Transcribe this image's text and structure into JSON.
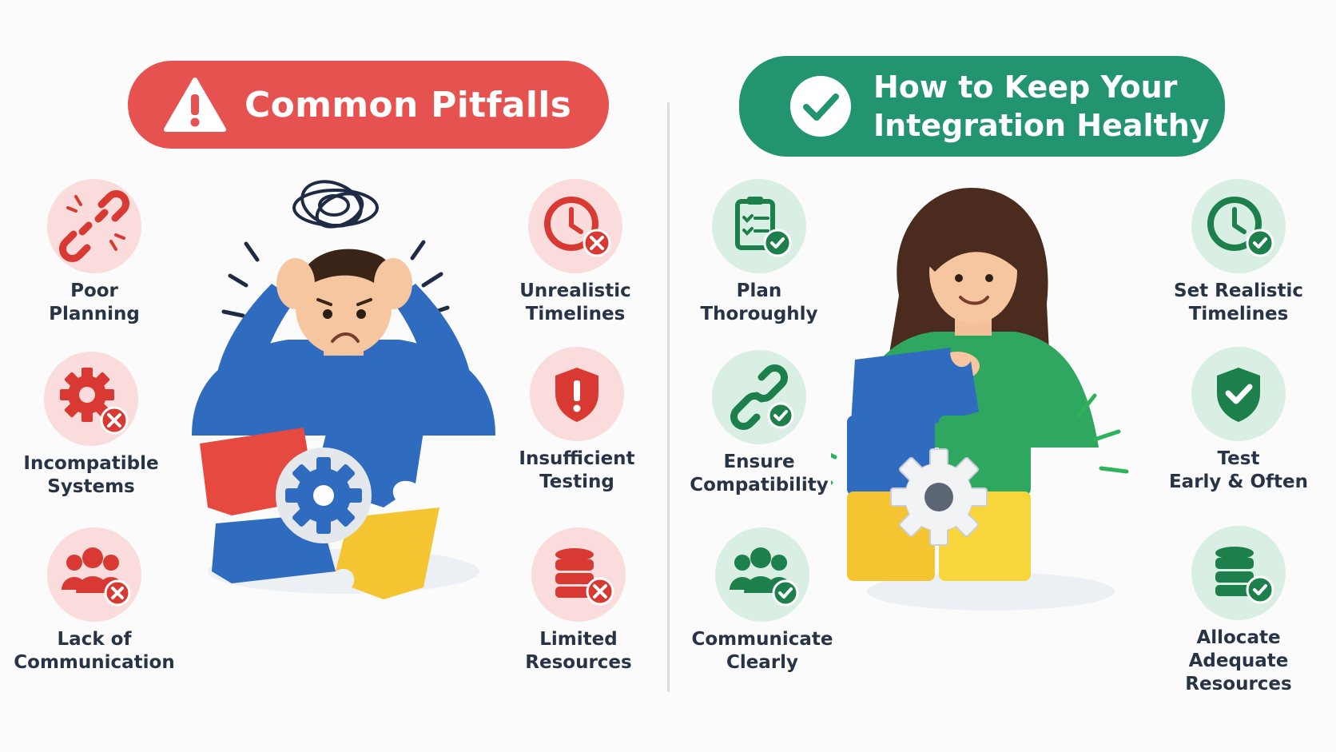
{
  "pitfalls": {
    "title": "Common Pitfalls",
    "accent_color": "#e6524f",
    "items": [
      {
        "label": "Poor\nPlanning",
        "icon": "broken-link-icon"
      },
      {
        "label": "Incompatible\nSystems",
        "icon": "gear-error-icon"
      },
      {
        "label": "Lack of\nCommunication",
        "icon": "team-error-icon"
      },
      {
        "label": "Unrealistic\nTimelines",
        "icon": "clock-error-icon"
      },
      {
        "label": "Insufficient\nTesting",
        "icon": "shield-alert-icon"
      },
      {
        "label": "Limited\nResources",
        "icon": "database-error-icon"
      }
    ]
  },
  "healthy": {
    "title_line1": "How to Keep Your",
    "title_line2": "Integration Healthy",
    "accent_color": "#239470",
    "items": [
      {
        "label": "Plan\nThoroughly",
        "icon": "checklist-check-icon"
      },
      {
        "label": "Ensure\nCompatibility",
        "icon": "link-check-icon"
      },
      {
        "label": "Communicate\nClearly",
        "icon": "team-check-icon"
      },
      {
        "label": "Set Realistic\nTimelines",
        "icon": "clock-check-icon"
      },
      {
        "label": "Test\nEarly & Often",
        "icon": "shield-check-icon"
      },
      {
        "label": "Allocate\nAdequate\nResources",
        "icon": "database-check-icon"
      }
    ]
  }
}
